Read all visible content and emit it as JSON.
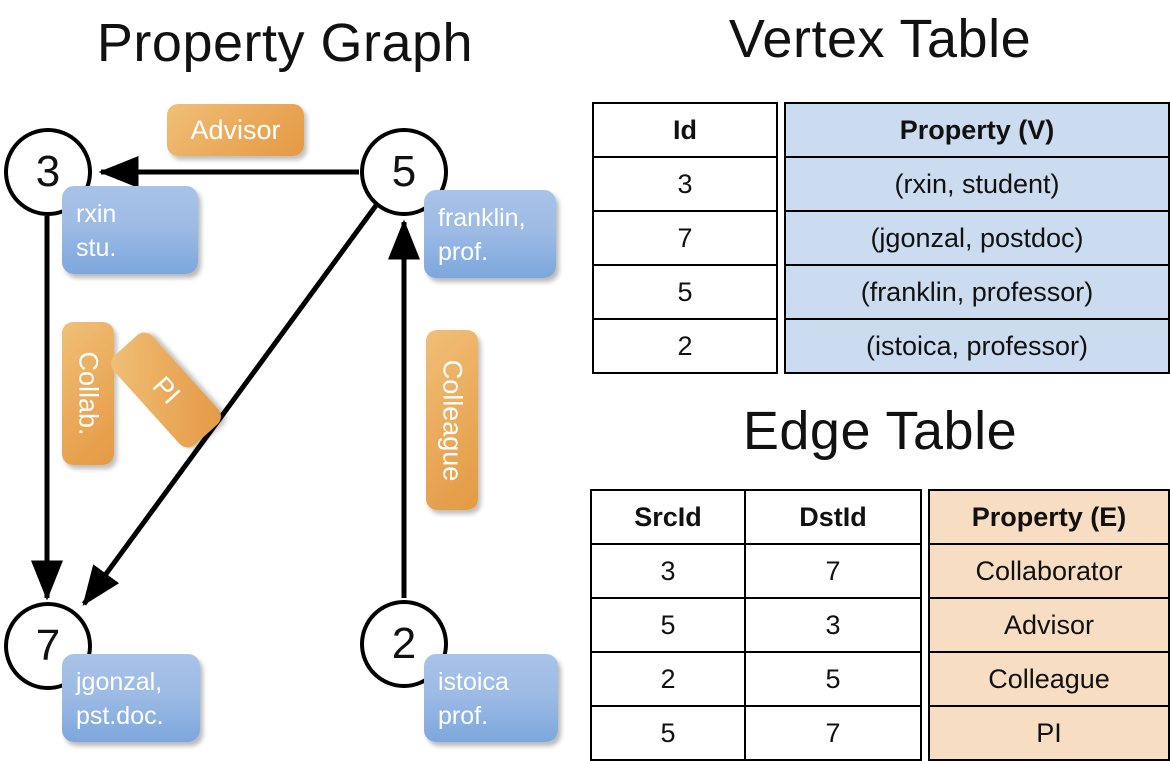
{
  "titles": {
    "property_graph": "Property Graph",
    "vertex_table": "Vertex Table",
    "edge_table": "Edge Table"
  },
  "graph": {
    "nodes": [
      {
        "id": "3",
        "label": "3",
        "property_lines": [
          "rxin",
          "stu."
        ]
      },
      {
        "id": "5",
        "label": "5",
        "property_lines": [
          "franklin,",
          "prof."
        ]
      },
      {
        "id": "7",
        "label": "7",
        "property_lines": [
          "jgonzal,",
          "pst.doc."
        ]
      },
      {
        "id": "2",
        "label": "2",
        "property_lines": [
          "istoica",
          "prof."
        ]
      }
    ],
    "vertex_boxes": {
      "rxin": {
        "line1": "rxin",
        "line2": "stu."
      },
      "franklin": {
        "line1": "franklin,",
        "line2": "prof."
      },
      "jgonzal": {
        "line1": "jgonzal,",
        "line2": "pst.doc."
      },
      "istoica": {
        "line1": "istoica",
        "line2": "prof."
      }
    },
    "edge_labels": {
      "advisor": "Advisor",
      "collab": "Collab.",
      "pi": "PI",
      "colleague": "Colleague"
    },
    "edges": [
      {
        "from": "5",
        "to": "3",
        "label": "Advisor"
      },
      {
        "from": "3",
        "to": "7",
        "label": "Collab."
      },
      {
        "from": "5",
        "to": "7",
        "label": "PI"
      },
      {
        "from": "2",
        "to": "5",
        "label": "Colleague"
      }
    ]
  },
  "vertex_table": {
    "headers": [
      "Id",
      "Property (V)"
    ],
    "rows": [
      {
        "id": "3",
        "property": "(rxin, student)"
      },
      {
        "id": "7",
        "property": "(jgonzal, postdoc)"
      },
      {
        "id": "5",
        "property": "(franklin, professor)"
      },
      {
        "id": "2",
        "property": "(istoica, professor)"
      }
    ]
  },
  "edge_table": {
    "headers": [
      "SrcId",
      "DstId",
      "Property (E)"
    ],
    "rows": [
      {
        "src": "3",
        "dst": "7",
        "property": "Collaborator"
      },
      {
        "src": "5",
        "dst": "3",
        "property": "Advisor"
      },
      {
        "src": "2",
        "dst": "5",
        "property": "Colleague"
      },
      {
        "src": "5",
        "dst": "7",
        "property": "PI"
      }
    ]
  },
  "colors": {
    "vertex_box_fill": "#9dbbe4",
    "edge_label_fill": "#eaa95a",
    "vertex_table_prop_fill": "#ccdcf0",
    "edge_table_prop_fill": "#f7ddc1",
    "stroke": "#000000",
    "background": "#ffffff"
  }
}
